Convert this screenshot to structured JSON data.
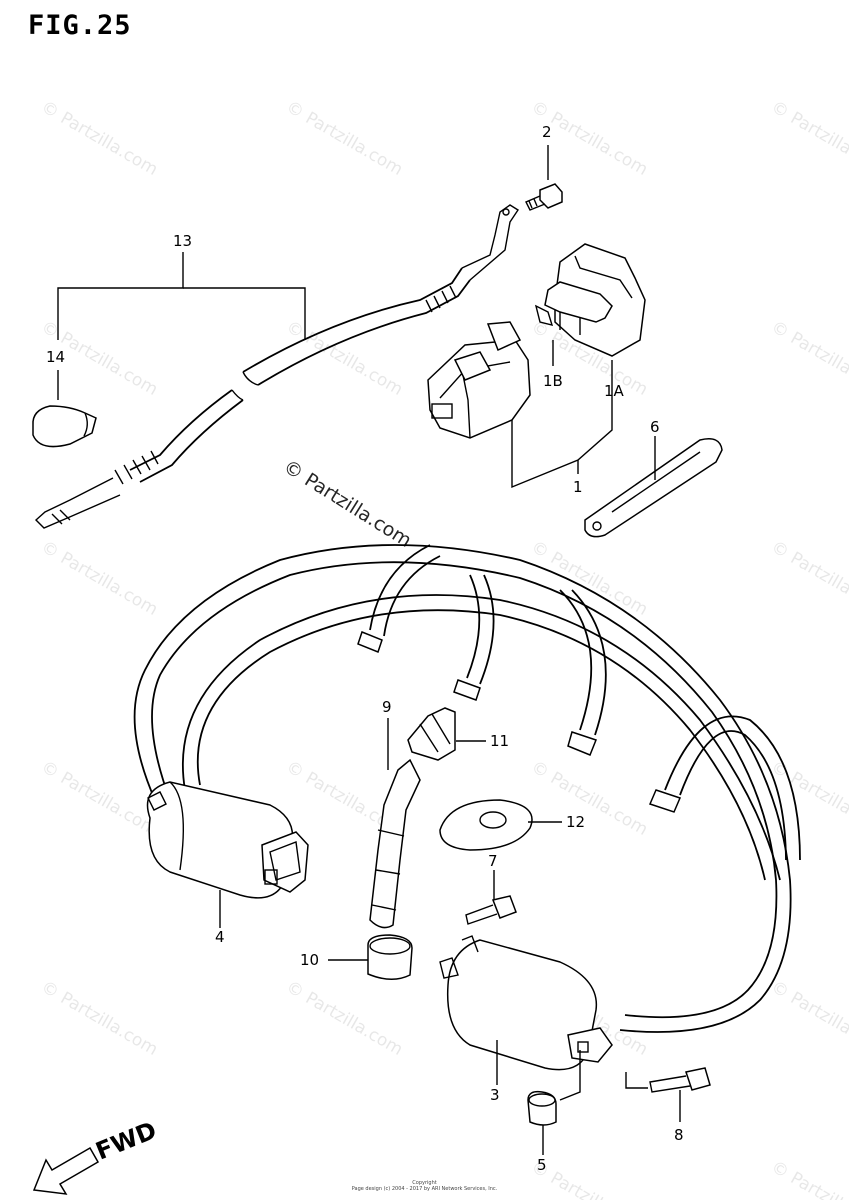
{
  "figure": {
    "title": "FIG.25"
  },
  "callouts": [
    {
      "id": "c1",
      "label": "1"
    },
    {
      "id": "c1a",
      "label": "1A"
    },
    {
      "id": "c1b",
      "label": "1B"
    },
    {
      "id": "c2",
      "label": "2"
    },
    {
      "id": "c3",
      "label": "3"
    },
    {
      "id": "c4",
      "label": "4"
    },
    {
      "id": "c5",
      "label": "5"
    },
    {
      "id": "c6",
      "label": "6"
    },
    {
      "id": "c7",
      "label": "7"
    },
    {
      "id": "c8",
      "label": "8"
    },
    {
      "id": "c9",
      "label": "9"
    },
    {
      "id": "c10",
      "label": "10"
    },
    {
      "id": "c11",
      "label": "11"
    },
    {
      "id": "c12",
      "label": "12"
    },
    {
      "id": "c13",
      "label": "13"
    },
    {
      "id": "c14",
      "label": "14"
    }
  ],
  "watermark": {
    "main": "© Partzilla.com",
    "repeat": "© Partzilla.com"
  },
  "direction": {
    "label": "FWD"
  },
  "footer": {
    "line1": "Copyright",
    "line2": "Page design (c) 2004 - 2017 by ARI Network Services, Inc."
  }
}
